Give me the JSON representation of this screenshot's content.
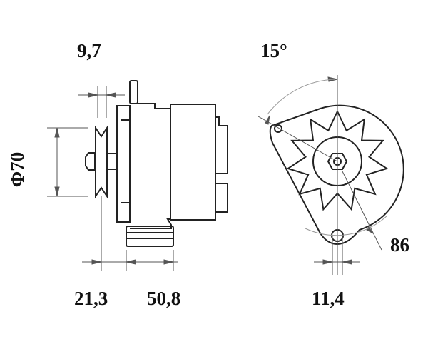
{
  "dimensions": {
    "top_offset": "9,7",
    "angle": "15°",
    "pulley_diameter": "Φ70",
    "pulley_offset": "21,3",
    "mount_width": "50,8",
    "hole_spacing": "11,4",
    "radius": "86"
  },
  "colors": {
    "line": "#222222",
    "dim_line": "#555555",
    "arc": "#999999"
  }
}
